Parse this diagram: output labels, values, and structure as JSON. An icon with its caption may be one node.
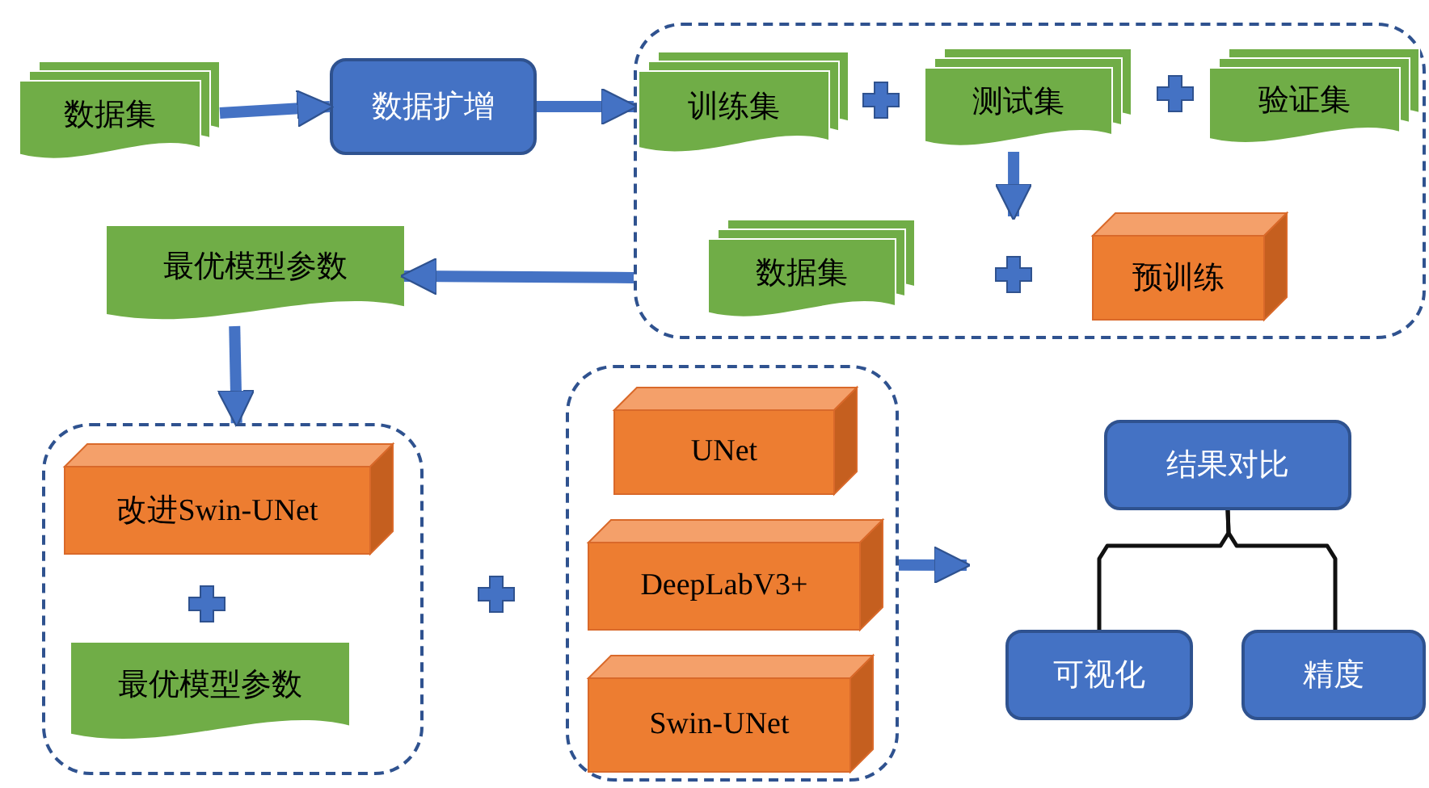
{
  "diagram": {
    "nodes": [
      {
        "text": [
          "数据集"
        ]
      },
      {
        "text": [
          "数据扩增"
        ]
      },
      {
        "text": [],
        "shape": "box"
      },
      {
        "text": [
          "训练集"
        ],
        "in": 2
      },
      {
        "text": [
          "测试集"
        ],
        "in": 2
      },
      {
        "text": [
          "验证集"
        ],
        "in": 2
      },
      {
        "text": [
          "数据集"
        ],
        "in": 2
      },
      {
        "text": [
          "预训练"
        ],
        "in": 2
      },
      {
        "text": [
          "最优模型参数"
        ]
      },
      {
        "text": [],
        "shape": "box"
      },
      {
        "text": [
          "改进Swin-UNet"
        ],
        "in": 9
      },
      {
        "text": [
          "最优模型参数"
        ],
        "in": 9
      },
      {
        "text": [],
        "shape": "box"
      },
      {
        "text": [
          "UNet"
        ],
        "in": 12
      },
      {
        "text": [
          "DeepLabV3+"
        ],
        "in": 12
      },
      {
        "text": [
          "Swin-UNet"
        ],
        "in": 12
      },
      {
        "text": [
          "结果对比"
        ]
      },
      {
        "text": [
          "可视化"
        ]
      },
      {
        "text": [
          "精度"
        ]
      }
    ],
    "edges": [
      {
        "from": 0,
        "to": 1,
        "arrow": "to"
      },
      {
        "from": 1,
        "to": 2,
        "arrow": "to"
      },
      {
        "from": 4,
        "to": null,
        "arrow": "to"
      },
      {
        "from": 2,
        "to": 8,
        "arrow": "to"
      },
      {
        "from": 8,
        "to": 9,
        "arrow": "to"
      },
      {
        "from": 12,
        "to": null,
        "arrow": "to"
      },
      {
        "from": 16,
        "to": 17,
        "arrow": "none",
        "color": "#111111"
      },
      {
        "from": 16,
        "to": 18,
        "arrow": "none",
        "color": "#111111"
      }
    ]
  }
}
